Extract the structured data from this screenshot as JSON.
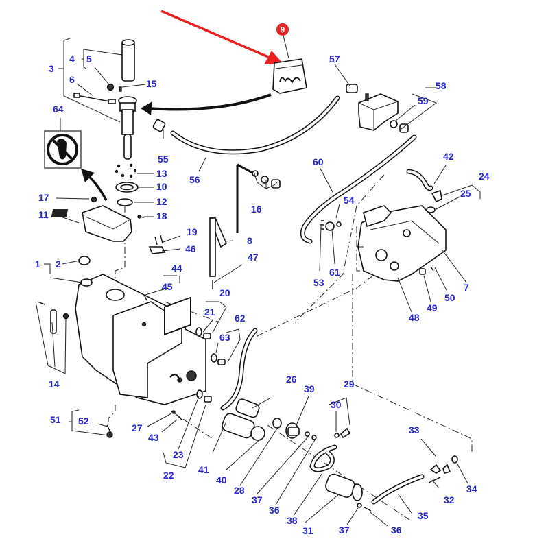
{
  "diagram": {
    "title": "Hydraulic tank and pump exploded parts diagram",
    "highlight": {
      "number": "9",
      "color": "#e32222",
      "arrow_color": "#e82020"
    },
    "label_color": "#2525d0",
    "icons": {
      "prohibition_sign": "no-foot-step-icon"
    },
    "callouts": [
      {
        "id": "c1",
        "text": "1"
      },
      {
        "id": "c2",
        "text": "2"
      },
      {
        "id": "c3",
        "text": "3"
      },
      {
        "id": "c4",
        "text": "4"
      },
      {
        "id": "c5",
        "text": "5"
      },
      {
        "id": "c6",
        "text": "6"
      },
      {
        "id": "c7",
        "text": "7"
      },
      {
        "id": "c8",
        "text": "8"
      },
      {
        "id": "c10",
        "text": "10"
      },
      {
        "id": "c11",
        "text": "11"
      },
      {
        "id": "c12",
        "text": "12"
      },
      {
        "id": "c13",
        "text": "13"
      },
      {
        "id": "c14",
        "text": "14"
      },
      {
        "id": "c15",
        "text": "15"
      },
      {
        "id": "c16",
        "text": "16"
      },
      {
        "id": "c17",
        "text": "17"
      },
      {
        "id": "c18",
        "text": "18"
      },
      {
        "id": "c19",
        "text": "19"
      },
      {
        "id": "c20",
        "text": "20"
      },
      {
        "id": "c21",
        "text": "21"
      },
      {
        "id": "c22",
        "text": "22"
      },
      {
        "id": "c23",
        "text": "23"
      },
      {
        "id": "c24",
        "text": "24"
      },
      {
        "id": "c25",
        "text": "25"
      },
      {
        "id": "c26",
        "text": "26"
      },
      {
        "id": "c27",
        "text": "27"
      },
      {
        "id": "c28",
        "text": "28"
      },
      {
        "id": "c29",
        "text": "29"
      },
      {
        "id": "c30",
        "text": "30"
      },
      {
        "id": "c31",
        "text": "31"
      },
      {
        "id": "c32",
        "text": "32"
      },
      {
        "id": "c33",
        "text": "33"
      },
      {
        "id": "c34",
        "text": "34"
      },
      {
        "id": "c35",
        "text": "35"
      },
      {
        "id": "c36a",
        "text": "36"
      },
      {
        "id": "c36b",
        "text": "36"
      },
      {
        "id": "c37a",
        "text": "37"
      },
      {
        "id": "c37b",
        "text": "37"
      },
      {
        "id": "c38",
        "text": "38"
      },
      {
        "id": "c39",
        "text": "39"
      },
      {
        "id": "c40",
        "text": "40"
      },
      {
        "id": "c41",
        "text": "41"
      },
      {
        "id": "c42",
        "text": "42"
      },
      {
        "id": "c43",
        "text": "43"
      },
      {
        "id": "c44",
        "text": "44"
      },
      {
        "id": "c45",
        "text": "45"
      },
      {
        "id": "c46",
        "text": "46"
      },
      {
        "id": "c47",
        "text": "47"
      },
      {
        "id": "c48",
        "text": "48"
      },
      {
        "id": "c49",
        "text": "49"
      },
      {
        "id": "c50",
        "text": "50"
      },
      {
        "id": "c51",
        "text": "51"
      },
      {
        "id": "c52",
        "text": "52"
      },
      {
        "id": "c53",
        "text": "53"
      },
      {
        "id": "c54",
        "text": "54"
      },
      {
        "id": "c55",
        "text": "55"
      },
      {
        "id": "c56",
        "text": "56"
      },
      {
        "id": "c57",
        "text": "57"
      },
      {
        "id": "c58",
        "text": "58"
      },
      {
        "id": "c59",
        "text": "59"
      },
      {
        "id": "c60",
        "text": "60"
      },
      {
        "id": "c61",
        "text": "61"
      },
      {
        "id": "c62",
        "text": "62"
      },
      {
        "id": "c63",
        "text": "63"
      },
      {
        "id": "c64",
        "text": "64"
      }
    ]
  }
}
